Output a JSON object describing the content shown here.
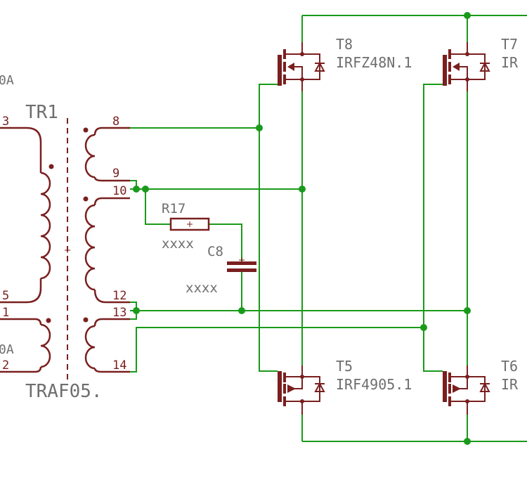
{
  "colors": {
    "wire": "#1a9a1a",
    "symbol": "#7a1f1f",
    "text": "#6e6e6e",
    "background": "#ffffff"
  },
  "labels": {
    "tr1": "TR1",
    "traf": "TRAF05.",
    "primary_top_rating": "0A",
    "primary_bottom_rating": "0A",
    "r17": "R17",
    "r17_value": "xxxx",
    "c8": "C8",
    "c8_value": "xxxx",
    "t8": "T8",
    "t8_part": "IRFZ48N.1",
    "t7": "T7",
    "t7_part": "IR",
    "t5": "T5",
    "t5_part": "IRF4905.1",
    "t6": "T6",
    "t6_part": "IR"
  },
  "pins": {
    "p3": "3",
    "p5": "5",
    "p1": "1",
    "p2": "2",
    "p8": "8",
    "p9": "9",
    "p10": "10",
    "p12": "12",
    "p13": "13",
    "p14": "14"
  }
}
